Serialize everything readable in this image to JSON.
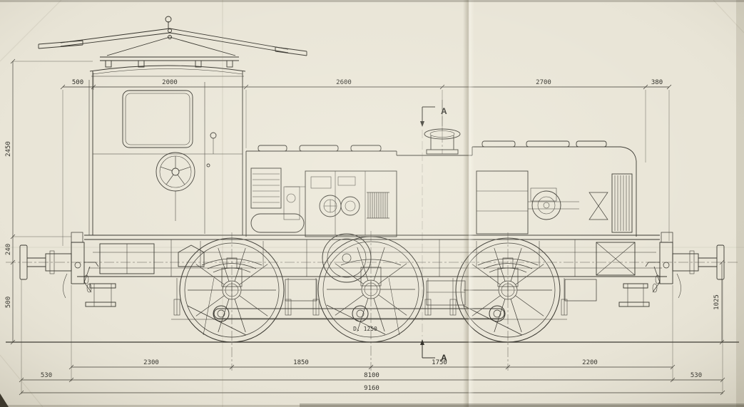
{
  "dimensions": {
    "top": [
      "500",
      "2000",
      "2600",
      "2700",
      "380"
    ],
    "left": [
      "2450",
      "240",
      "500"
    ],
    "right": [
      "1025"
    ],
    "axle_spacing": [
      "2300",
      "1850",
      "1750",
      "2200"
    ],
    "frame_row": [
      "530",
      "8100",
      "530"
    ],
    "overall": [
      "9160"
    ]
  },
  "annotations": {
    "section_top": "A",
    "section_bottom": "A",
    "wheel_diameter": "D. 1250"
  },
  "colors": {
    "paper": "#e9e5d7",
    "ink": "#34322b"
  }
}
